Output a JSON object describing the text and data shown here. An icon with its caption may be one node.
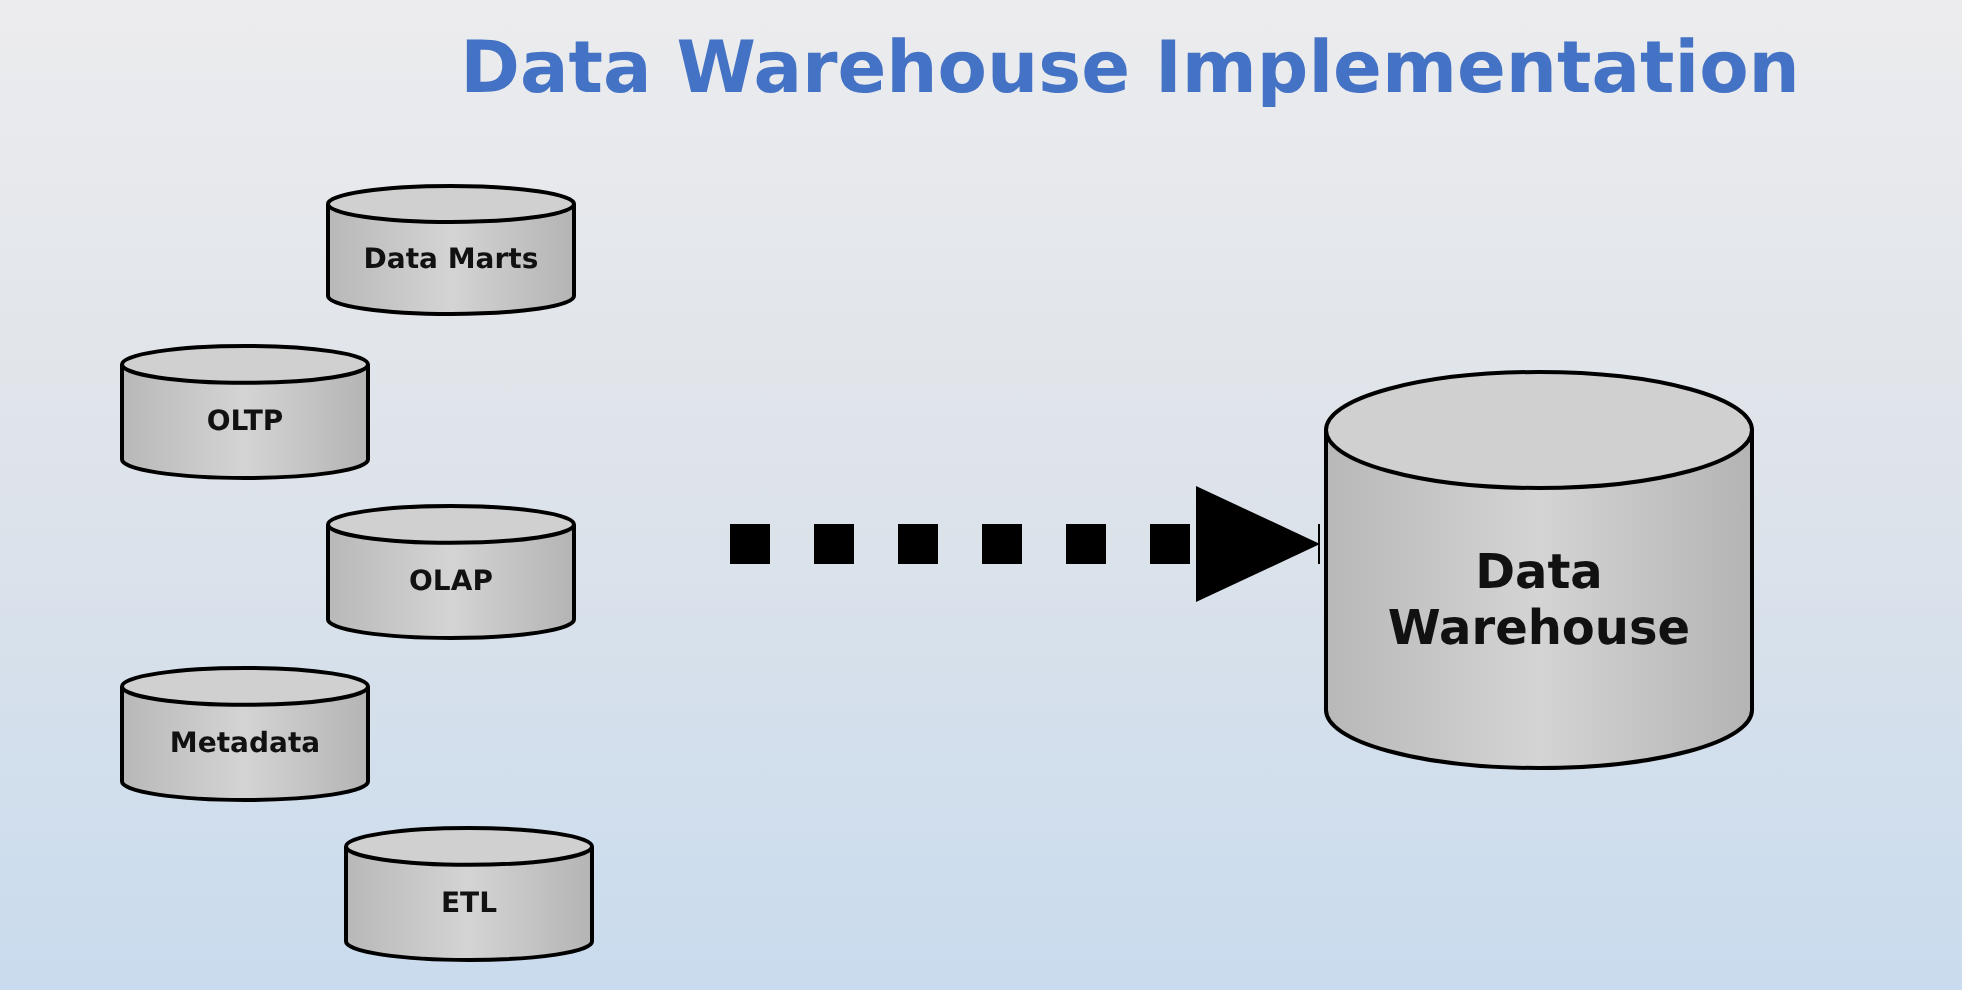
{
  "diagram": {
    "title": "Data Warehouse Implementation",
    "nodes": [
      {
        "text": [
          "Data Marts"
        ]
      },
      {
        "text": [
          "OLTP"
        ]
      },
      {
        "text": [
          "OLAP"
        ]
      },
      {
        "text": [
          "Metadata"
        ]
      },
      {
        "text": [
          "ETL"
        ]
      },
      {
        "text": [
          "Data Warehouse"
        ]
      }
    ],
    "edges": [
      {
        "from": null,
        "to": 5,
        "arrow": "to",
        "style": "dashed"
      }
    ]
  }
}
